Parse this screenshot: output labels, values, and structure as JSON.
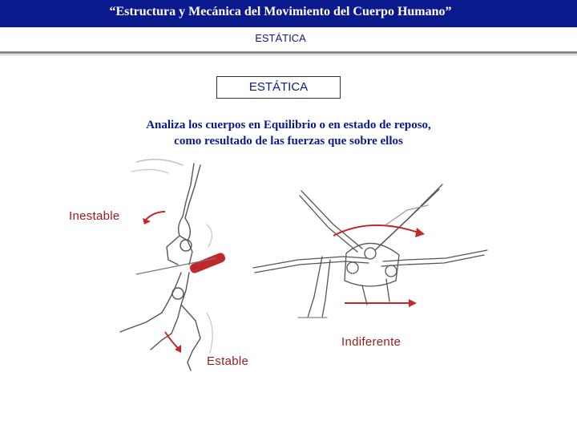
{
  "header": {
    "title": "“Estructura y Mecánica del Movimiento del Cuerpo Humano”",
    "section_label": "ESTÁTICA"
  },
  "main": {
    "box_title": "ESTÁTICA",
    "description_line1": "Analiza los cuerpos en Equilibrio o en estado de reposo,",
    "description_line2": "como resultado de las fuerzas que sobre ellos"
  },
  "illustrations": {
    "label_unstable": "Inestable",
    "label_stable": "Estable",
    "label_indifferent": "Indiferente"
  },
  "colors": {
    "header_bg": "#0a1a8c",
    "text_blue": "#0a1a8c",
    "label_red": "#9e1a1a",
    "arrow_red": "#c0282a"
  }
}
